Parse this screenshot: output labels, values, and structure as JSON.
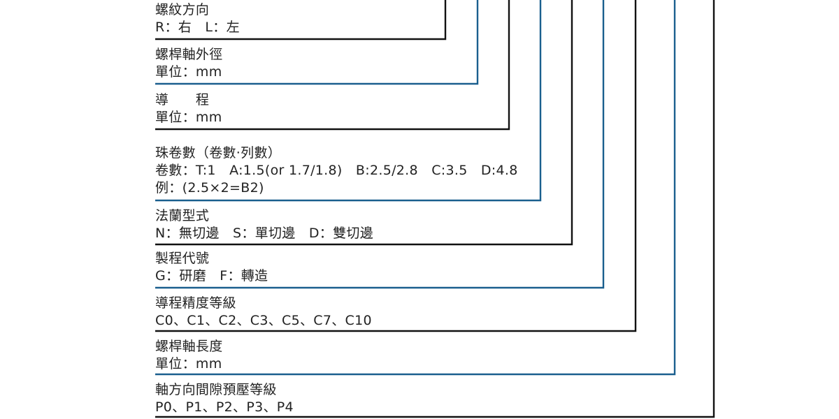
{
  "colors": {
    "black": "#111111",
    "blue": "#1a5f8e"
  },
  "entries": [
    {
      "key": "thread_direction",
      "title": "螺紋方向",
      "lines": [
        "R：右　L：左"
      ],
      "color": "black"
    },
    {
      "key": "screw_od",
      "title": "螺桿軸外徑",
      "lines": [
        "單位：mm"
      ],
      "color": "blue"
    },
    {
      "key": "lead",
      "title": "導　　程",
      "lines": [
        "單位：mm"
      ],
      "color": "black"
    },
    {
      "key": "circuits",
      "title": "珠卷數（卷數‧列數）",
      "lines": [
        "卷數：T:1　A:1.5(or 1.7/1.8)　B:2.5/2.8　C:3.5　D:4.8",
        "例：(2.5×2=B2)"
      ],
      "color": "blue"
    },
    {
      "key": "flange_type",
      "title": "法蘭型式",
      "lines": [
        "N：無切邊　S：單切邊　D：雙切邊"
      ],
      "color": "black"
    },
    {
      "key": "process_code",
      "title": "製程代號",
      "lines": [
        "G：研磨　F：轉造"
      ],
      "color": "blue"
    },
    {
      "key": "lead_accuracy",
      "title": "導程精度等級",
      "lines": [
        "C0、C1、C2、C3、C5、C7、C10"
      ],
      "color": "black"
    },
    {
      "key": "screw_length",
      "title": "螺桿軸長度",
      "lines": [
        "單位：mm"
      ],
      "color": "blue"
    },
    {
      "key": "preload_grade",
      "title": "軸方向間隙預壓等級",
      "lines": [
        "P0、P1、P2、P3、P4"
      ],
      "color": "black"
    }
  ]
}
